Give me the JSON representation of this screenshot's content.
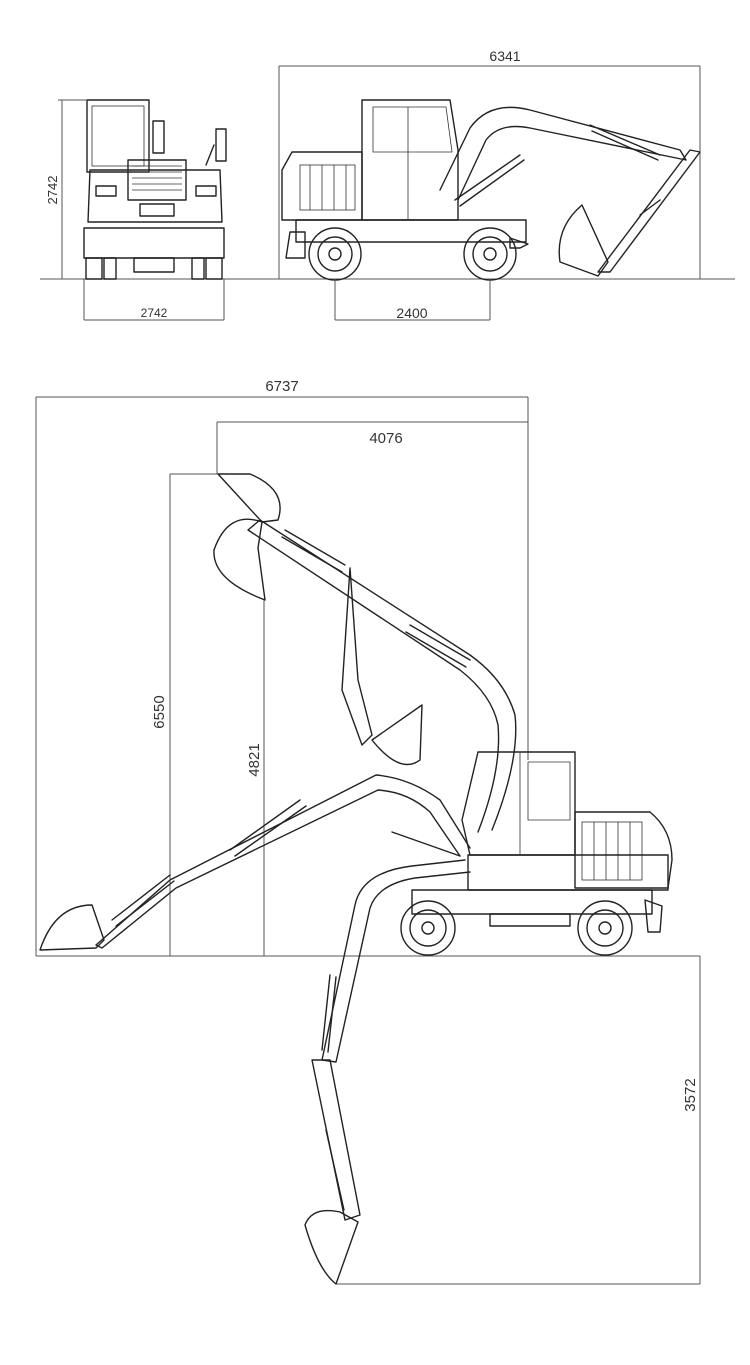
{
  "dimensions": {
    "front_height": "2742",
    "front_width": "2742",
    "overall_length": "6341",
    "wheelbase": "2400",
    "max_reach": "6737",
    "max_dump_reach": "4076",
    "max_dig_height": "6550",
    "max_dump_height": "4821",
    "max_dig_depth": "3572"
  }
}
